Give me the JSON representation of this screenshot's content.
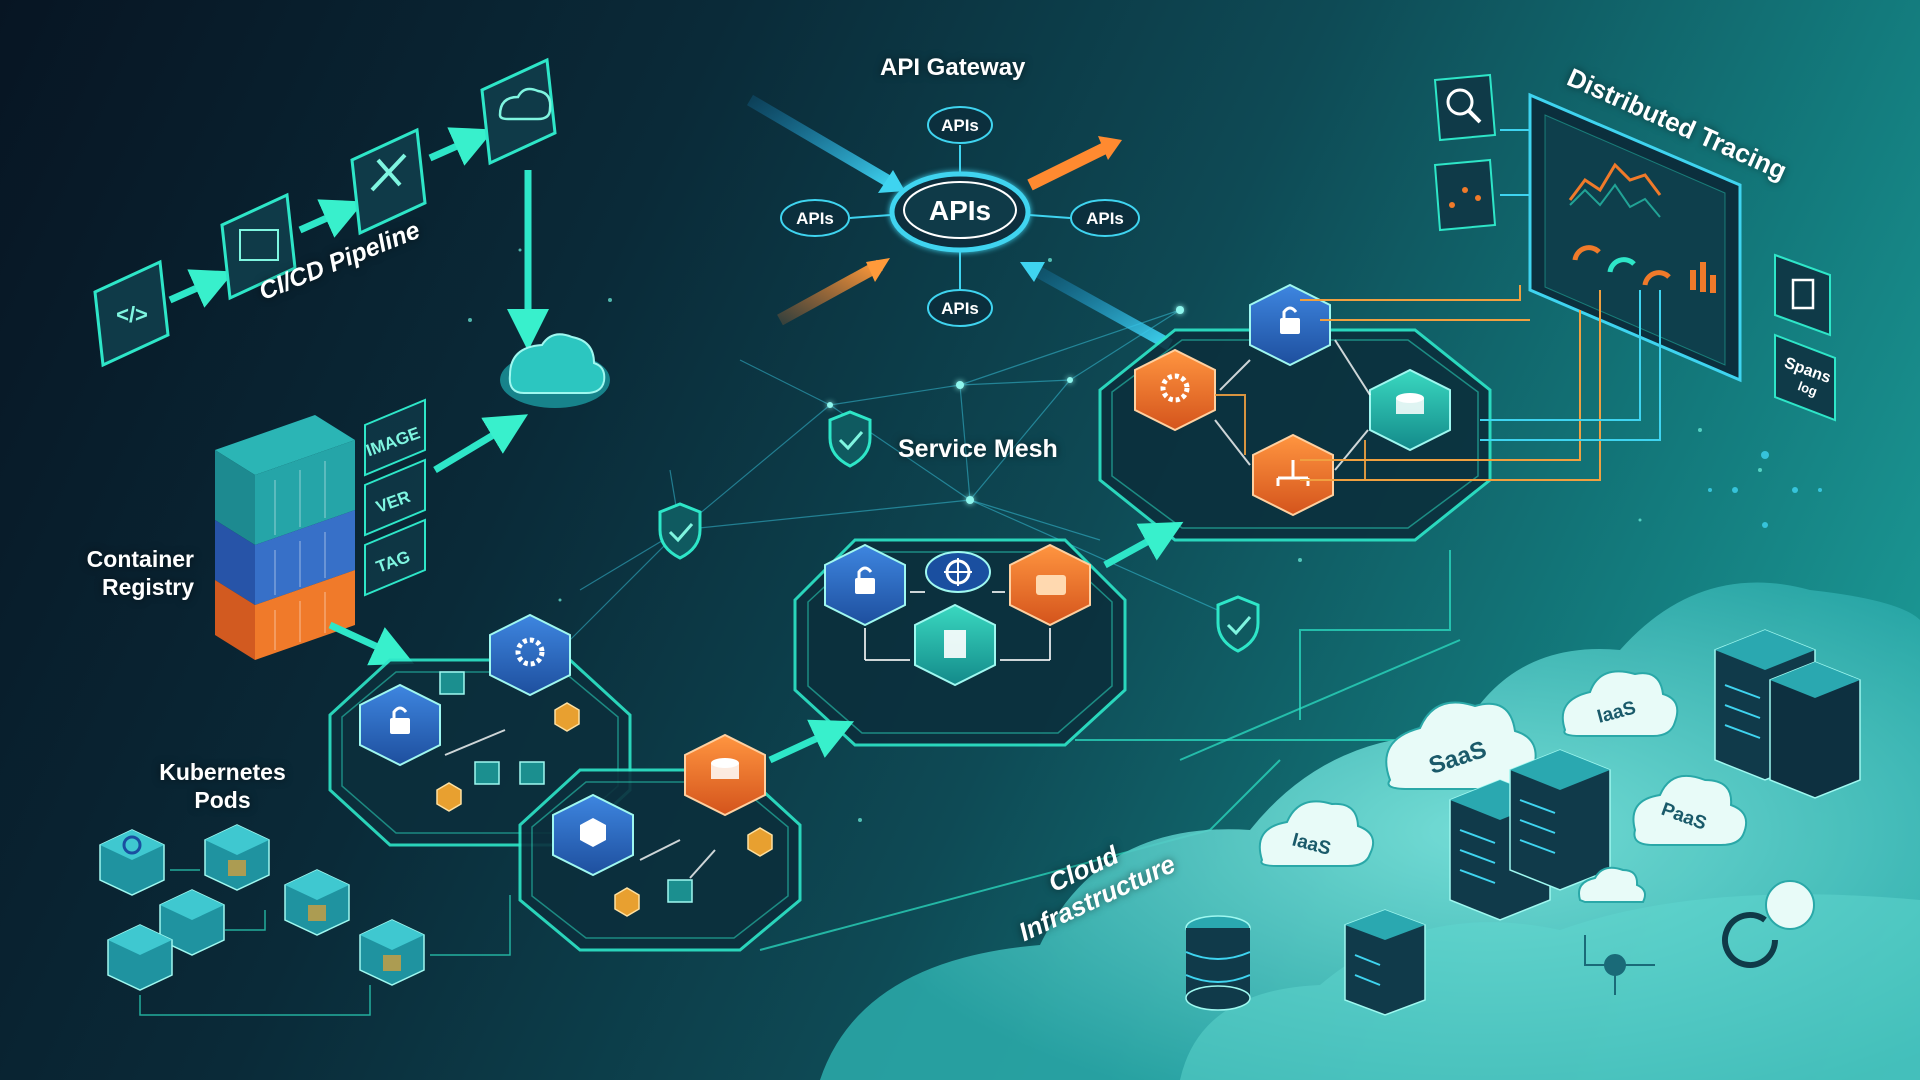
{
  "labels": {
    "api_gateway": "API Gateway",
    "cicd_pipeline": "CI/CD Pipeline",
    "container_registry_line1": "Container",
    "container_registry_line2": "Registry",
    "kubernetes_line1": "Kubernetes",
    "kubernetes_line2": "Pods",
    "service_mesh": "Service Mesh",
    "distributed_tracing": "Distributed Tracing",
    "cloud_line1": "Cloud",
    "cloud_line2": "Infrastructure"
  },
  "api_gateway": {
    "center": "APIs",
    "satellites": [
      "APIs",
      "APIs",
      "APIs",
      "APIs"
    ]
  },
  "registry_tags": [
    "IMAGE",
    "VER",
    "TAG"
  ],
  "tracing": {
    "spans_line1": "Spans",
    "spans_line2": "log"
  },
  "cloud_services": [
    "SaaS",
    "IaaS",
    "PaaS",
    "IaaS"
  ],
  "colors": {
    "teal": "#2ee6c8",
    "cyan": "#3fd4f0",
    "orange": "#f07a2a",
    "blue": "#2f6fc7",
    "panel": "#0f3a48"
  },
  "icons": [
    "code-icon",
    "cloud-download-icon",
    "tools-icon",
    "lock-icon",
    "gear-icon",
    "database-icon",
    "kubernetes-wheel-icon",
    "shield-check-icon",
    "search-icon",
    "hierarchy-icon",
    "credit-card-icon",
    "cube-icon",
    "document-icon",
    "server-rack-icon"
  ]
}
